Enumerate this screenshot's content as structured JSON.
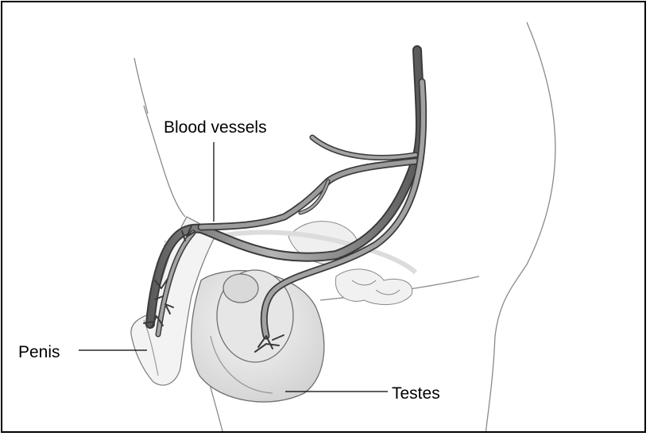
{
  "diagram": {
    "labels": {
      "blood_vessels": "Blood vessels",
      "penis": "Penis",
      "testes": "Testes"
    },
    "colors": {
      "frame": "#000000",
      "outline": "#7a7a7a",
      "vessel_fill": "#8c8c8c",
      "vessel_edge": "#3a3a3a",
      "tissue_fill": "#ededed",
      "leader_line": "#000000"
    }
  }
}
